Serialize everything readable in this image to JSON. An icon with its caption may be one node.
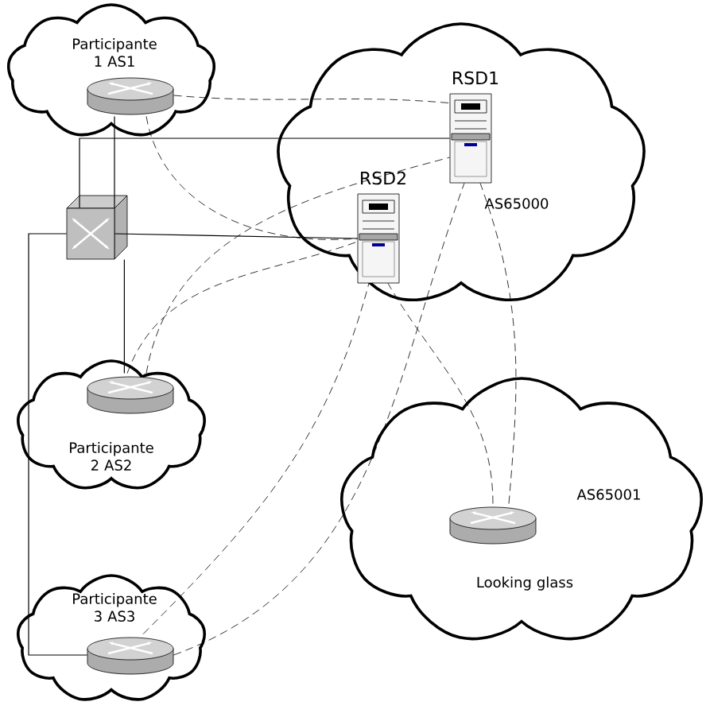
{
  "diagram": {
    "nodes": [
      {
        "text": [
          "Participante 1 AS1"
        ]
      },
      {
        "text": [],
        "shape": "router",
        "in": 0
      },
      {
        "text": [],
        "shape": "switch"
      },
      {
        "text": [
          "AS65000"
        ]
      },
      {
        "text": [
          "RSD1"
        ],
        "in": 3
      },
      {
        "text": [
          "RSD2"
        ],
        "in": 3
      },
      {
        "text": [
          "Participante 2 AS2"
        ]
      },
      {
        "text": [],
        "shape": "router",
        "in": 6
      },
      {
        "text": [
          "Participante 3 AS3"
        ]
      },
      {
        "text": [],
        "shape": "router",
        "in": 8
      },
      {
        "text": [
          "AS65001"
        ]
      },
      {
        "text": [
          "Looking glass"
        ],
        "in": 10
      }
    ],
    "edges": [
      {
        "from": 1,
        "to": 2,
        "arrow": "none"
      },
      {
        "from": 2,
        "to": 4,
        "arrow": "none"
      },
      {
        "from": 2,
        "to": 5,
        "arrow": "none"
      },
      {
        "from": 2,
        "to": 7,
        "arrow": "none"
      },
      {
        "from": 2,
        "to": 9,
        "arrow": "none"
      },
      {
        "from": 1,
        "to": 4,
        "arrow": "none",
        "style": "dashed"
      },
      {
        "from": 1,
        "to": 5,
        "arrow": "none",
        "style": "dashed"
      },
      {
        "from": 7,
        "to": 4,
        "arrow": "none",
        "style": "dashed"
      },
      {
        "from": 7,
        "to": 5,
        "arrow": "none",
        "style": "dashed"
      },
      {
        "from": 9,
        "to": 4,
        "arrow": "none",
        "style": "dashed"
      },
      {
        "from": 9,
        "to": 5,
        "arrow": "none",
        "style": "dashed"
      },
      {
        "from": 11,
        "to": 4,
        "arrow": "none",
        "style": "dashed"
      },
      {
        "from": 11,
        "to": 5,
        "arrow": "none",
        "style": "dashed"
      }
    ]
  }
}
